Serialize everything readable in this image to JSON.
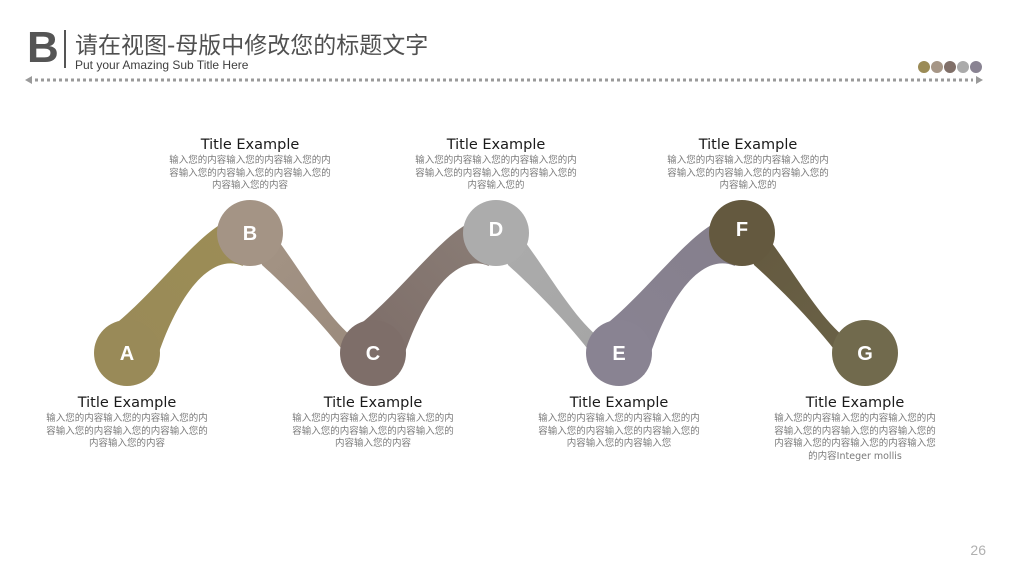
{
  "header": {
    "letter": "B",
    "title": "请在视图-母版中修改您的标题文字",
    "subtitle": "Put your Amazing Sub Title Here"
  },
  "palette": [
    "#9b8b56",
    "#a69686",
    "#806f68",
    "#aaaaaa",
    "#898392"
  ],
  "nodes": [
    {
      "letter": "A",
      "color": "#998a58"
    },
    {
      "letter": "B",
      "color": "#a49485"
    },
    {
      "letter": "C",
      "color": "#7e6e69"
    },
    {
      "letter": "D",
      "color": "#acacac"
    },
    {
      "letter": "E",
      "color": "#898392"
    },
    {
      "letter": "F",
      "color": "#64593f"
    },
    {
      "letter": "G",
      "color": "#716a4d"
    }
  ],
  "blocks": [
    {
      "title": "Title Example",
      "body": "输入您的内容输入您的内容输入您的内容输入您的内容输入您的内容输入您的内容输入您的内容"
    },
    {
      "title": "Title Example",
      "body": "输入您的内容输入您的内容输入您的内容输入您的内容输入您的内容输入您的内容输入您的内容"
    },
    {
      "title": "Title Example",
      "body": "输入您的内容输入您的内容输入您的内容输入您的内容输入您的内容输入您的内容输入您的内容"
    },
    {
      "title": "Title Example",
      "body": "输入您的内容输入您的内容输入您的内容输入您的内容输入您的内容输入您的内容输入您的"
    },
    {
      "title": "Title Example",
      "body": "输入您的内容输入您的内容输入您的内容输入您的内容输入您的内容输入您的内容输入您的内容输入您"
    },
    {
      "title": "Title Example",
      "body": "输入您的内容输入您的内容输入您的内容输入您的内容输入您的内容输入您的内容输入您的"
    },
    {
      "title": "Title Example",
      "body": "输入您的内容输入您的内容输入您的内容输入您的内容输入您的内容输入您的内容输入您的内容输入您的内容输入您的内容Integer mollis"
    }
  ],
  "page_number": "26"
}
